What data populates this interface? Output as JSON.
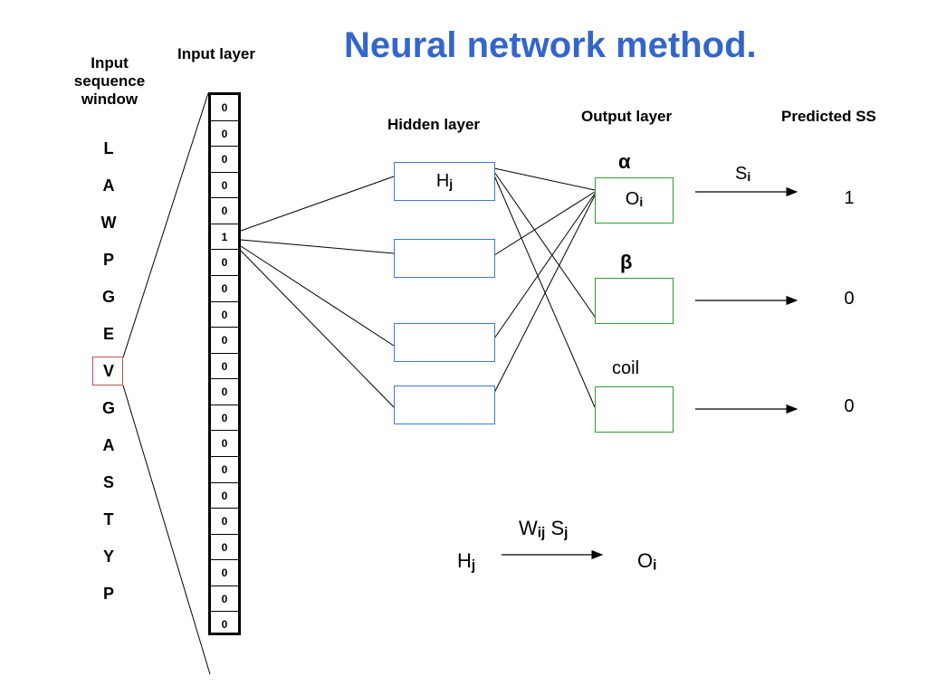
{
  "title": "Neural network method.",
  "labels": {
    "input_window": "Input\nsequence\nwindow",
    "input_layer": "Input layer",
    "hidden_layer": "Hidden layer",
    "output_layer": "Output layer",
    "predicted_ss": "Predicted SS"
  },
  "sequence": [
    "L",
    "A",
    "W",
    "P",
    "G",
    "E",
    "V",
    "G",
    "A",
    "S",
    "T",
    "Y",
    "P"
  ],
  "highlighted_residue": "V",
  "input_vector": [
    "0",
    "0",
    "0",
    "0",
    "0",
    "1",
    "0",
    "0",
    "0",
    "0",
    "0",
    "0",
    "0",
    "0",
    "0",
    "0",
    "0",
    "0",
    "0",
    "0",
    "0"
  ],
  "hidden": {
    "node_label_main": "H",
    "node_label_sub": "j"
  },
  "outputs": {
    "node_label_main": "O",
    "node_label_sub": "i",
    "classes": [
      "α",
      "β",
      "coil"
    ],
    "signal_main": "S",
    "signal_sub": "i",
    "predicted": [
      "1",
      "0",
      "0"
    ]
  },
  "formula": {
    "from_main": "H",
    "from_sub": "j",
    "weight_main": "W",
    "weight_sub": "ij",
    "signal_main": "S",
    "signal_sub": "j",
    "to_main": "O",
    "to_sub": "i"
  },
  "colors": {
    "title": "#3366cc",
    "hidden_box": "#3a7bd5",
    "output_box": "#2e9e2e",
    "highlight": "#c0504d"
  }
}
